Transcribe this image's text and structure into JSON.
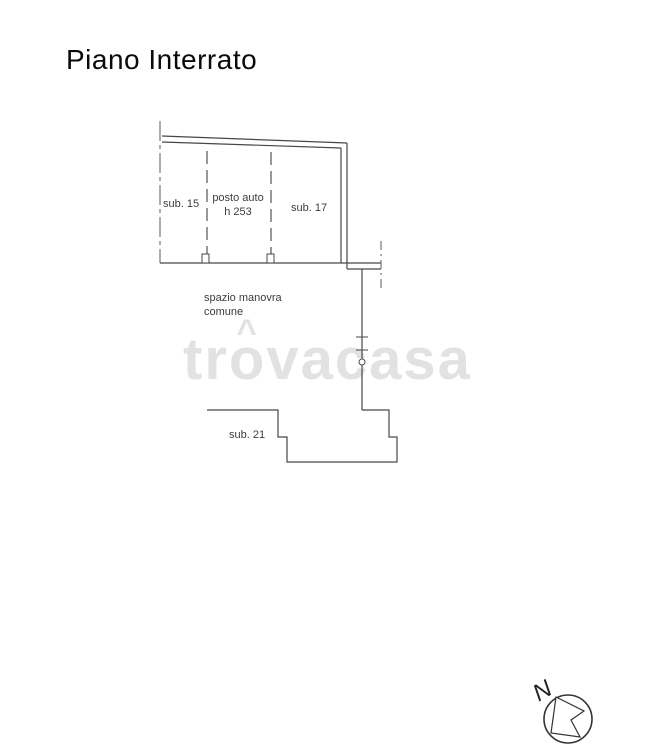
{
  "title": "Piano Interrato",
  "plan": {
    "labels": {
      "sub15": "sub. 15",
      "posto_auto_1": "posto auto",
      "posto_auto_2": "h 253",
      "sub17": "sub. 17",
      "spazio_1": "spazio manovra",
      "spazio_2": "comune",
      "sub21": "sub. 21"
    },
    "line_color": "#4a4a4a"
  },
  "watermark": {
    "part1": "tr",
    "part2": "o",
    "part3": "vacasa",
    "caret": "^",
    "color": "#e2e2e2"
  },
  "compass": {
    "north_label": "N"
  }
}
